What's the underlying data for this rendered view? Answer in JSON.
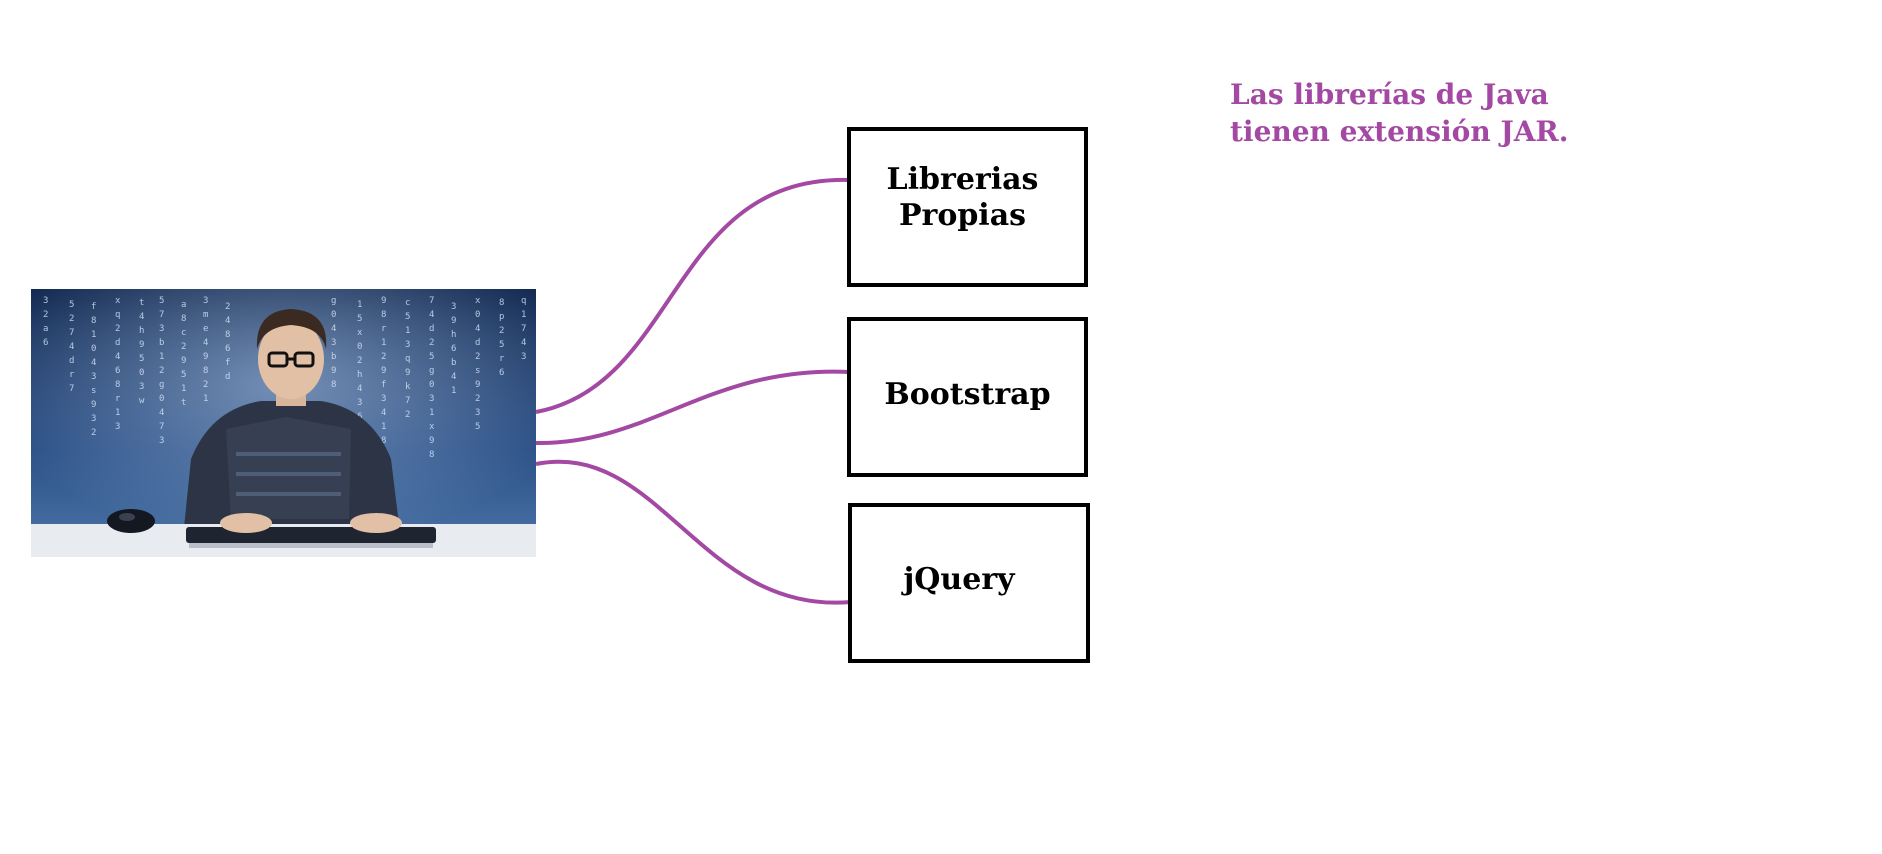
{
  "diagram": {
    "source_image": {
      "icon": "programmer-photo-icon",
      "description": "programmer at keyboard with matrix code background"
    },
    "nodes": [
      {
        "id": "librerias",
        "label": "Librerias\nPropias"
      },
      {
        "id": "bootstrap",
        "label": "Bootstrap"
      },
      {
        "id": "jquery",
        "label": "jQuery"
      }
    ],
    "edges": [
      {
        "from": "source_image",
        "to": "librerias"
      },
      {
        "from": "source_image",
        "to": "bootstrap"
      },
      {
        "from": "source_image",
        "to": "jquery"
      }
    ],
    "note": "Las librerías de Java\ntienen extensión JAR.",
    "colors": {
      "connector": "#a349a4",
      "note_text": "#a349a4",
      "box_border": "#000000",
      "photo_background": "#1b3766"
    }
  }
}
